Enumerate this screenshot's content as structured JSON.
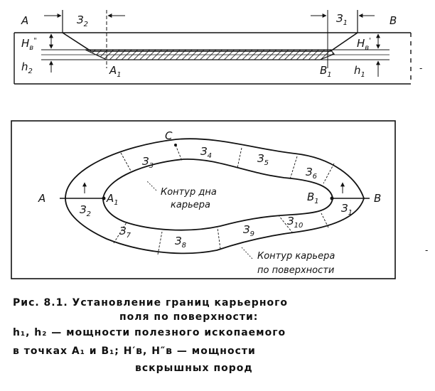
{
  "section": {
    "left_point": "A",
    "right_point": "B",
    "left_width": "З",
    "left_width_sub": "2",
    "right_width": "З",
    "right_width_sub": "1",
    "left_overburden": "H",
    "left_overburden_sub": "в",
    "left_overburden_mark": "\"",
    "right_overburden": "H",
    "right_overburden_sub": "в",
    "right_overburden_mark": "'",
    "left_thickness": "h",
    "left_thickness_sub": "2",
    "right_thickness": "h",
    "right_thickness_sub": "1",
    "bottom_left": "A",
    "bottom_left_sub": "1",
    "bottom_right": "B",
    "bottom_right_sub": "1"
  },
  "plan": {
    "point_a": "A",
    "point_b": "B",
    "point_c": "C",
    "point_a1": "A",
    "point_a1_sub": "1",
    "point_b1": "B",
    "point_b1_sub": "1",
    "zones": [
      {
        "letter": "З",
        "sub": "1"
      },
      {
        "letter": "З",
        "sub": "2"
      },
      {
        "letter": "З",
        "sub": "3"
      },
      {
        "letter": "З",
        "sub": "4"
      },
      {
        "letter": "З",
        "sub": "5"
      },
      {
        "letter": "З",
        "sub": "6"
      },
      {
        "letter": "З",
        "sub": "7"
      },
      {
        "letter": "З",
        "sub": "8"
      },
      {
        "letter": "З",
        "sub": "9"
      },
      {
        "letter": "З",
        "sub": "10"
      }
    ],
    "bottom_contour_line1": "Контур дна",
    "bottom_contour_line2": "карьера",
    "surface_contour_line1": "Контур карьера",
    "surface_contour_line2": "по поверхности"
  },
  "caption": {
    "line1": "Рис. 8.1. Установление границ карьерного",
    "line2": "поля по поверхности:",
    "line3": "h₁, h₂ — мощности полезного ископаемого",
    "line4": "в точках A₁ и B₁; H′в, H″в  —  мощности",
    "line5": "вскрышных пород"
  }
}
